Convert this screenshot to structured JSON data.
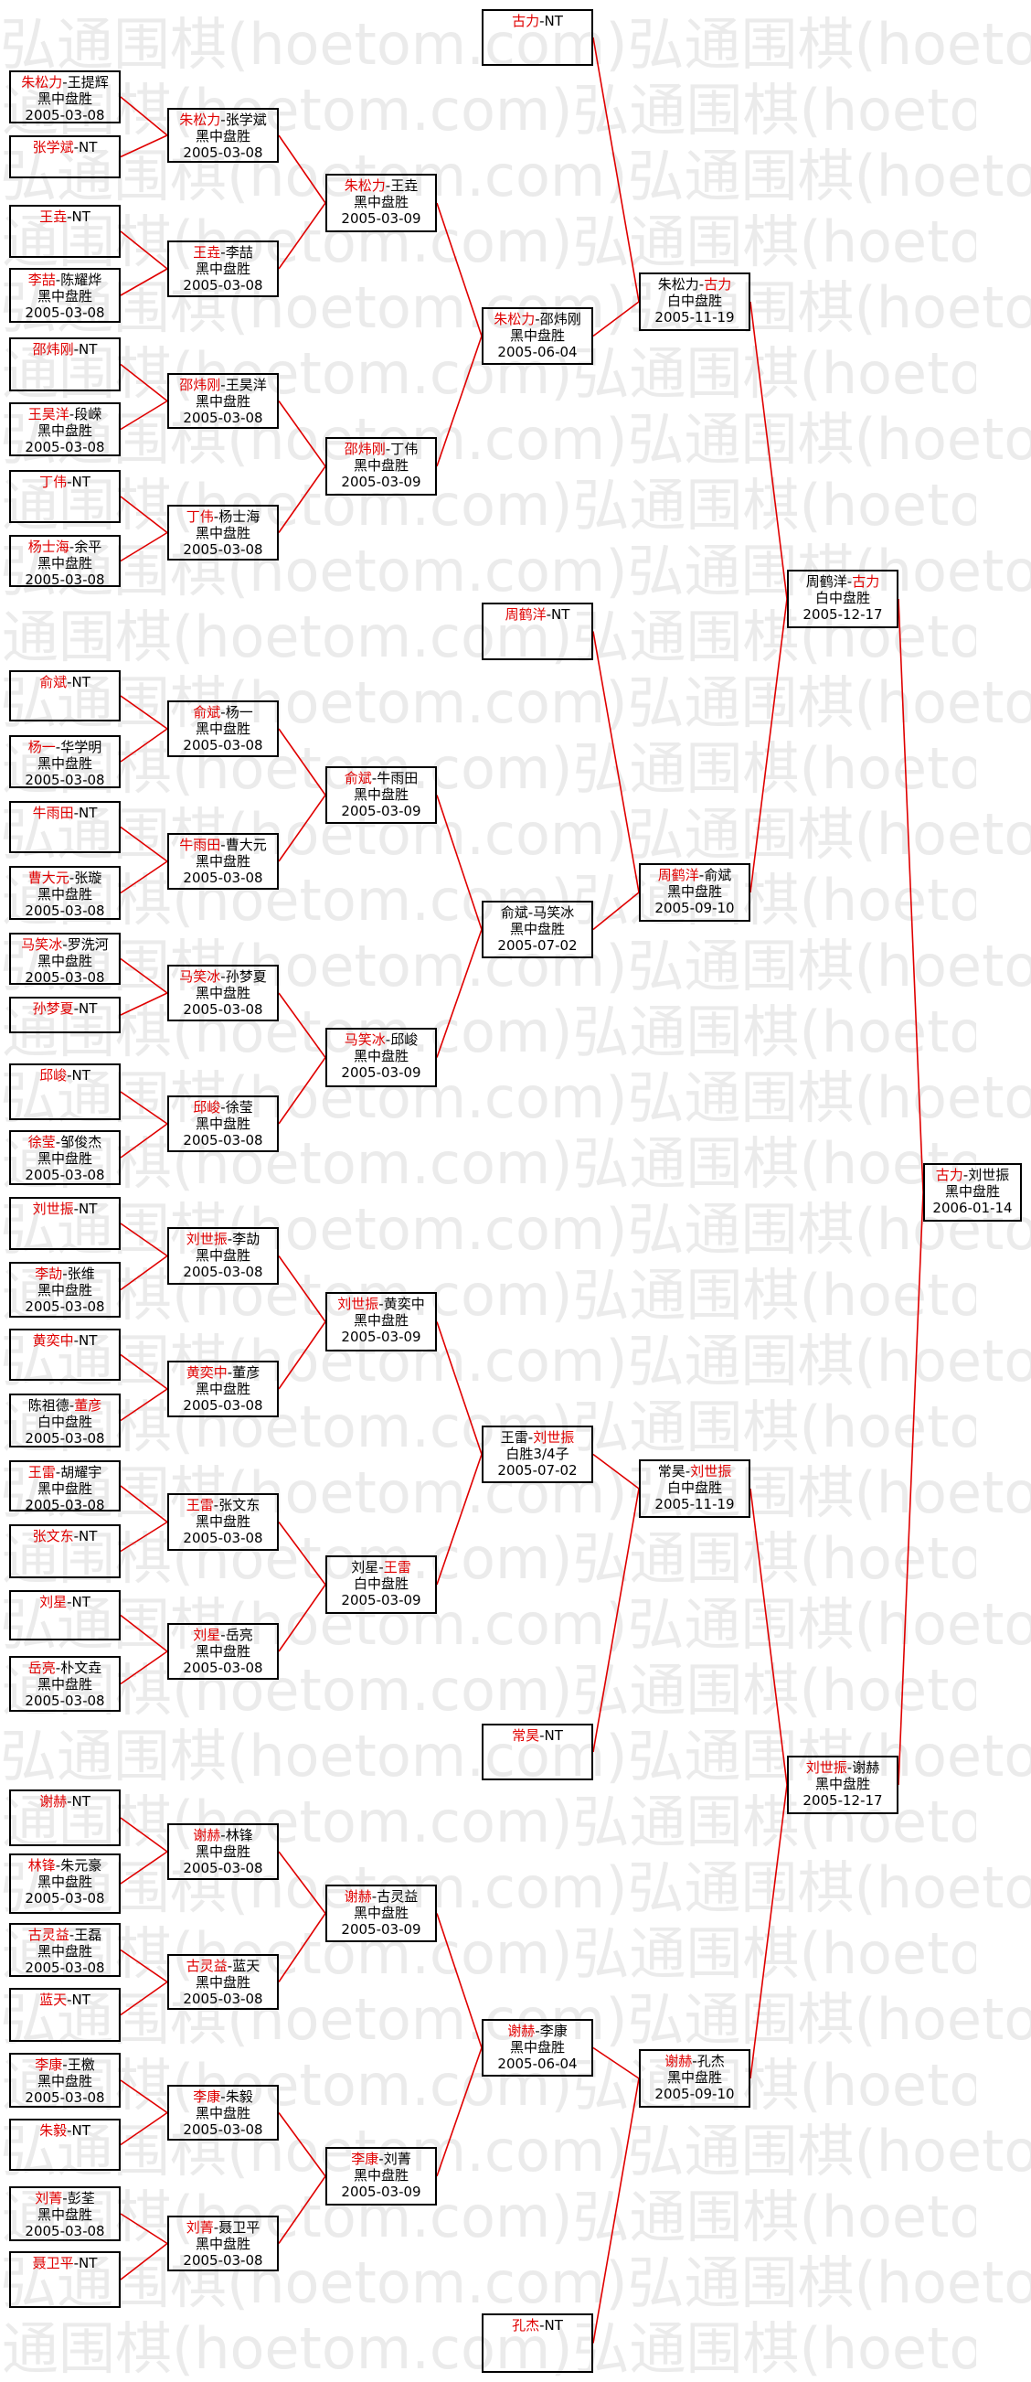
{
  "watermark": "弘通围棋(hoetom.com)弘通围棋(hoetom.com)",
  "nodes": {
    "r1_1": {
      "p1": "朱松力",
      "sep": "-",
      "p2": "王提辉",
      "w": 1,
      "result": "黑中盘胜",
      "date": "2005-03-08"
    },
    "r1_2": {
      "p1": "张学斌",
      "sep": "-",
      "p2": "NT",
      "w": 1,
      "result": "",
      "date": ""
    },
    "r1_3": {
      "p1": "王垚",
      "sep": "-",
      "p2": "NT",
      "w": 1,
      "result": "",
      "date": ""
    },
    "r1_4": {
      "p1": "李喆",
      "sep": "-",
      "p2": "陈耀烨",
      "w": 1,
      "result": "黑中盘胜",
      "date": "2005-03-08"
    },
    "r1_5": {
      "p1": "邵炜刚",
      "sep": "-",
      "p2": "NT",
      "w": 1,
      "result": "",
      "date": ""
    },
    "r1_6": {
      "p1": "王昊洋",
      "sep": "-",
      "p2": "段嵘",
      "w": 1,
      "result": "黑中盘胜",
      "date": "2005-03-08"
    },
    "r1_7": {
      "p1": "丁伟",
      "sep": "-",
      "p2": "NT",
      "w": 1,
      "result": "",
      "date": ""
    },
    "r1_8": {
      "p1": "杨士海",
      "sep": "-",
      "p2": "余平",
      "w": 1,
      "result": "黑中盘胜",
      "date": "2005-03-08"
    },
    "r1_9": {
      "p1": "俞斌",
      "sep": "-",
      "p2": "NT",
      "w": 1,
      "result": "",
      "date": ""
    },
    "r1_10": {
      "p1": "杨一",
      "sep": "-",
      "p2": "华学明",
      "w": 1,
      "result": "黑中盘胜",
      "date": "2005-03-08"
    },
    "r1_11": {
      "p1": "牛雨田",
      "sep": "-",
      "p2": "NT",
      "w": 1,
      "result": "",
      "date": ""
    },
    "r1_12": {
      "p1": "曹大元",
      "sep": "-",
      "p2": "张璇",
      "w": 1,
      "result": "黑中盘胜",
      "date": "2005-03-08"
    },
    "r1_13": {
      "p1": "马笑冰",
      "sep": "-",
      "p2": "罗洗河",
      "w": 1,
      "result": "黑中盘胜",
      "date": "2005-03-08"
    },
    "r1_14": {
      "p1": "孙梦夏",
      "sep": "-",
      "p2": "NT",
      "w": 1,
      "result": "",
      "date": ""
    },
    "r1_15": {
      "p1": "邱峻",
      "sep": "-",
      "p2": "NT",
      "w": 1,
      "result": "",
      "date": ""
    },
    "r1_16": {
      "p1": "徐莹",
      "sep": "-",
      "p2": "邹俊杰",
      "w": 1,
      "result": "黑中盘胜",
      "date": "2005-03-08"
    },
    "r1_17": {
      "p1": "刘世振",
      "sep": "-",
      "p2": "NT",
      "w": 1,
      "result": "",
      "date": ""
    },
    "r1_18": {
      "p1": "李劼",
      "sep": "-",
      "p2": "张维",
      "w": 1,
      "result": "黑中盘胜",
      "date": "2005-03-08"
    },
    "r1_19": {
      "p1": "黄奕中",
      "sep": "-",
      "p2": "NT",
      "w": 1,
      "result": "",
      "date": ""
    },
    "r1_20": {
      "p1": "陈祖德",
      "sep": "-",
      "p2": "董彦",
      "w": 2,
      "result": "白中盘胜",
      "date": "2005-03-08"
    },
    "r1_21": {
      "p1": "王雷",
      "sep": "-",
      "p2": "胡耀宇",
      "w": 1,
      "result": "黑中盘胜",
      "date": "2005-03-08"
    },
    "r1_22": {
      "p1": "张文东",
      "sep": "-",
      "p2": "NT",
      "w": 1,
      "result": "",
      "date": ""
    },
    "r1_23": {
      "p1": "刘星",
      "sep": "-",
      "p2": "NT",
      "w": 1,
      "result": "",
      "date": ""
    },
    "r1_24": {
      "p1": "岳亮",
      "sep": "-",
      "p2": "朴文垚",
      "w": 1,
      "result": "黑中盘胜",
      "date": "2005-03-08"
    },
    "r1_25": {
      "p1": "谢赫",
      "sep": "-",
      "p2": "NT",
      "w": 1,
      "result": "",
      "date": ""
    },
    "r1_26": {
      "p1": "林锋",
      "sep": "-",
      "p2": "朱元豪",
      "w": 1,
      "result": "黑中盘胜",
      "date": "2005-03-08"
    },
    "r1_27": {
      "p1": "古灵益",
      "sep": "-",
      "p2": "王磊",
      "w": 1,
      "result": "黑中盘胜",
      "date": "2005-03-08"
    },
    "r1_28": {
      "p1": "蓝天",
      "sep": "-",
      "p2": "NT",
      "w": 1,
      "result": "",
      "date": ""
    },
    "r1_29": {
      "p1": "李康",
      "sep": "-",
      "p2": "王檄",
      "w": 1,
      "result": "黑中盘胜",
      "date": "2005-03-08"
    },
    "r1_30": {
      "p1": "朱毅",
      "sep": "-",
      "p2": "NT",
      "w": 1,
      "result": "",
      "date": ""
    },
    "r1_31": {
      "p1": "刘菁",
      "sep": "-",
      "p2": "彭荃",
      "w": 1,
      "result": "黑中盘胜",
      "date": "2005-03-08"
    },
    "r1_32": {
      "p1": "聂卫平",
      "sep": "-",
      "p2": "NT",
      "w": 1,
      "result": "",
      "date": ""
    },
    "r2_1": {
      "p1": "朱松力",
      "sep": "-",
      "p2": "张学斌",
      "w": 1,
      "result": "黑中盘胜",
      "date": "2005-03-08"
    },
    "r2_2": {
      "p1": "王垚",
      "sep": "-",
      "p2": "李喆",
      "w": 1,
      "result": "黑中盘胜",
      "date": "2005-03-08"
    },
    "r2_3": {
      "p1": "邵炜刚",
      "sep": "-",
      "p2": "王昊洋",
      "w": 1,
      "result": "黑中盘胜",
      "date": "2005-03-08"
    },
    "r2_4": {
      "p1": "丁伟",
      "sep": "-",
      "p2": "杨士海",
      "w": 1,
      "result": "黑中盘胜",
      "date": "2005-03-08"
    },
    "r2_5": {
      "p1": "俞斌",
      "sep": "-",
      "p2": "杨一",
      "w": 1,
      "result": "黑中盘胜",
      "date": "2005-03-08"
    },
    "r2_6": {
      "p1": "牛雨田",
      "sep": "-",
      "p2": "曹大元",
      "w": 1,
      "result": "黑中盘胜",
      "date": "2005-03-08"
    },
    "r2_7": {
      "p1": "马笑冰",
      "sep": "-",
      "p2": "孙梦夏",
      "w": 1,
      "result": "黑中盘胜",
      "date": "2005-03-08"
    },
    "r2_8": {
      "p1": "邱峻",
      "sep": "-",
      "p2": "徐莹",
      "w": 1,
      "result": "黑中盘胜",
      "date": "2005-03-08"
    },
    "r2_9": {
      "p1": "刘世振",
      "sep": "-",
      "p2": "李劼",
      "w": 1,
      "result": "黑中盘胜",
      "date": "2005-03-08"
    },
    "r2_10": {
      "p1": "黄奕中",
      "sep": "-",
      "p2": "董彦",
      "w": 1,
      "result": "黑中盘胜",
      "date": "2005-03-08"
    },
    "r2_11": {
      "p1": "王雷",
      "sep": "-",
      "p2": "张文东",
      "w": 1,
      "result": "黑中盘胜",
      "date": "2005-03-08"
    },
    "r2_12": {
      "p1": "刘星",
      "sep": "-",
      "p2": "岳亮",
      "w": 1,
      "result": "黑中盘胜",
      "date": "2005-03-08"
    },
    "r2_13": {
      "p1": "谢赫",
      "sep": "-",
      "p2": "林锋",
      "w": 1,
      "result": "黑中盘胜",
      "date": "2005-03-08"
    },
    "r2_14": {
      "p1": "古灵益",
      "sep": "-",
      "p2": "蓝天",
      "w": 1,
      "result": "黑中盘胜",
      "date": "2005-03-08"
    },
    "r2_15": {
      "p1": "李康",
      "sep": "-",
      "p2": "朱毅",
      "w": 1,
      "result": "黑中盘胜",
      "date": "2005-03-08"
    },
    "r2_16": {
      "p1": "刘菁",
      "sep": "-",
      "p2": "聂卫平",
      "w": 1,
      "result": "黑中盘胜",
      "date": "2005-03-08"
    },
    "r3_1": {
      "p1": "朱松力",
      "sep": "-",
      "p2": "王垚",
      "w": 1,
      "result": "黑中盘胜",
      "date": "2005-03-09"
    },
    "r3_2": {
      "p1": "邵炜刚",
      "sep": "-",
      "p2": "丁伟",
      "w": 1,
      "result": "黑中盘胜",
      "date": "2005-03-09"
    },
    "r3_3": {
      "p1": "俞斌",
      "sep": "-",
      "p2": "牛雨田",
      "w": 1,
      "result": "黑中盘胜",
      "date": "2005-03-09"
    },
    "r3_4": {
      "p1": "马笑冰",
      "sep": "-",
      "p2": "邱峻",
      "w": 1,
      "result": "黑中盘胜",
      "date": "2005-03-09"
    },
    "r3_5": {
      "p1": "刘世振",
      "sep": "-",
      "p2": "黄奕中",
      "w": 1,
      "result": "黑中盘胜",
      "date": "2005-03-09"
    },
    "r3_6": {
      "p1": "刘星",
      "sep": "-",
      "p2": "王雷",
      "w": 2,
      "result": "白中盘胜",
      "date": "2005-03-09"
    },
    "r3_7": {
      "p1": "谢赫",
      "sep": "-",
      "p2": "古灵益",
      "w": 1,
      "result": "黑中盘胜",
      "date": "2005-03-09"
    },
    "r3_8": {
      "p1": "李康",
      "sep": "-",
      "p2": "刘菁",
      "w": 1,
      "result": "黑中盘胜",
      "date": "2005-03-09"
    },
    "r4_0": {
      "p1": "古力",
      "sep": "-",
      "p2": "NT",
      "w": 1,
      "result": "",
      "date": ""
    },
    "r4_1": {
      "p1": "朱松力",
      "sep": "-",
      "p2": "邵炜刚",
      "w": 1,
      "result": "黑中盘胜",
      "date": "2005-06-04"
    },
    "r4_2": {
      "p1": "周鹤洋",
      "sep": "-",
      "p2": "NT",
      "w": 1,
      "result": "",
      "date": ""
    },
    "r4_3": {
      "p1": "俞斌",
      "sep": "-",
      "p2": "马笑冰",
      "w": 0,
      "result": "黑中盘胜",
      "date": "2005-07-02"
    },
    "r4_4": {
      "p1": "王雷",
      "sep": "-",
      "p2": "刘世振",
      "w": 2,
      "result": "白胜3/4子",
      "date": "2005-07-02"
    },
    "r4_5": {
      "p1": "常昊",
      "sep": "-",
      "p2": "NT",
      "w": 1,
      "result": "",
      "date": ""
    },
    "r4_6": {
      "p1": "谢赫",
      "sep": "-",
      "p2": "李康",
      "w": 1,
      "result": "黑中盘胜",
      "date": "2005-06-04"
    },
    "r4_7": {
      "p1": "孔杰",
      "sep": "-",
      "p2": "NT",
      "w": 1,
      "result": "",
      "date": ""
    },
    "r5_1": {
      "p1": "朱松力",
      "sep": "-",
      "p2": "古力",
      "w": 2,
      "result": "白中盘胜",
      "date": "2005-11-19"
    },
    "r5_2": {
      "p1": "周鹤洋",
      "sep": "-",
      "p2": "俞斌",
      "w": 1,
      "result": "黑中盘胜",
      "date": "2005-09-10"
    },
    "r5_3": {
      "p1": "常昊",
      "sep": "-",
      "p2": "刘世振",
      "w": 2,
      "result": "白中盘胜",
      "date": "2005-11-19"
    },
    "r5_4": {
      "p1": "谢赫",
      "sep": "-",
      "p2": "孔杰",
      "w": 1,
      "result": "黑中盘胜",
      "date": "2005-09-10"
    },
    "r6_1": {
      "p1": "周鹤洋",
      "sep": "-",
      "p2": "古力",
      "w": 2,
      "result": "白中盘胜",
      "date": "2005-12-17"
    },
    "r6_2": {
      "p1": "刘世振",
      "sep": "-",
      "p2": "谢赫",
      "w": 1,
      "result": "黑中盘胜",
      "date": "2005-12-17"
    },
    "r7_1": {
      "p1": "古力",
      "sep": "-",
      "p2": "刘世振",
      "w": 1,
      "result": "黑中盘胜",
      "date": "2006-01-14"
    }
  },
  "colors": {
    "winner": "#e00000",
    "line": "#e00000",
    "text": "#000000",
    "box_border": "#000000",
    "watermark": "#ebebeb"
  }
}
